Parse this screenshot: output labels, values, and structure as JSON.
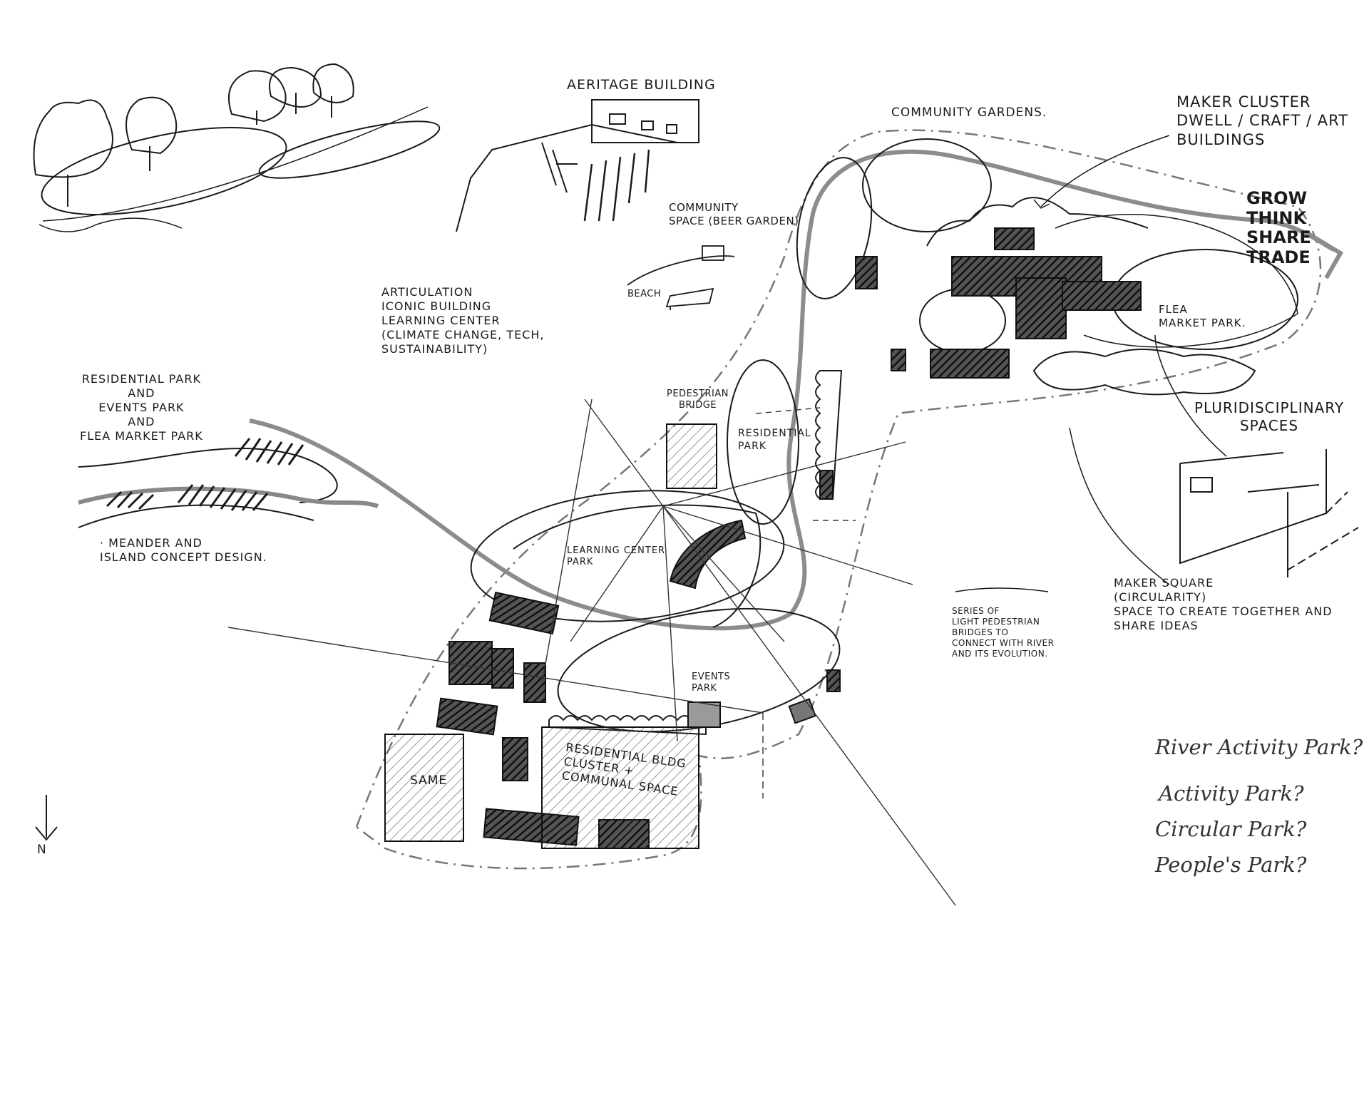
{
  "labels": {
    "heritage_building": "Aeritage Building",
    "community_gardens": "Community Gardens.",
    "maker_cluster": "Maker Cluster\nDwell / Craft / Art\nBuildings",
    "grow_think": "Grow\nThink\nShare\nTrade",
    "community_space": "Community\nSpace (Beer Garden)",
    "beach": "Beach",
    "articulation": "Articulation\nIconic Building\nLearning Center\n(Climate change, tech,\nsustainability)",
    "residential_events_flea": "Residential Park\nand\nEvents Park\nand\nFlea Market Park",
    "meander": "· Meander and\nIsland Concept Design.",
    "pedestrian_bridge": "Pedestrian\nBridge",
    "residential_park": "Residential\nPark",
    "flea_market_park": "Flea\nMarket Park.",
    "pluridisciplinary": "Pluridisciplinary\nSpaces",
    "learning_center_park": "Learning Center\nPark",
    "series_bridges": "Series of\nLight Pedestrian\nBridges to\nConnect with River\nand its Evolution.",
    "maker_square": "Maker Square\n(Circularity)\nSpace to Create Together and\nShare Ideas",
    "events_park": "Events\nPark",
    "residential_cluster": "Residential Bldg\nCluster +\nCommunal Space",
    "same": "Same",
    "north": "N",
    "river_activity_park": "River Activity Park?",
    "activity_park": "Activity Park?",
    "circular_park": "Circular Park?",
    "peoples_park": "People's Park?"
  },
  "colors": {
    "ink": "#1a1a1a",
    "river": "#8c8c8c",
    "fill_dark": "#2a2a2a",
    "fill_grey": "#9a9a9a"
  }
}
